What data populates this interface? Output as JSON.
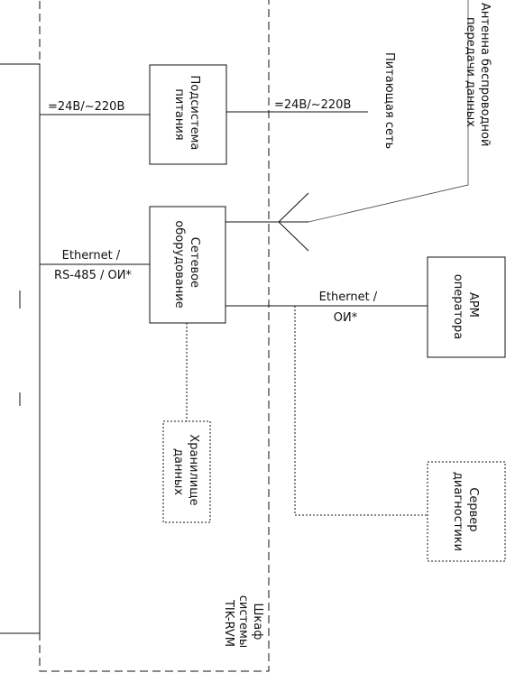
{
  "cabinet": {
    "label_line1": "Шкаф",
    "label_line2": "системы",
    "label_line3": "TIK-RVM"
  },
  "power_subsystem": {
    "line1": "Подсистема",
    "line2": "питания"
  },
  "network_equipment": {
    "line1": "Сетевое",
    "line2": "оборудование"
  },
  "data_storage": {
    "line1": "Хранилище",
    "line2": "данных"
  },
  "operator_workstation": {
    "line1": "АРМ",
    "line2": "оператора"
  },
  "diagnostics_server": {
    "line1": "Сервер",
    "line2": "диагностики"
  },
  "antenna": {
    "line1": "Антенна беспроводной",
    "line2": "передачи данных"
  },
  "power_grid": {
    "label": "Питающая сеть"
  },
  "links": {
    "power_in": "=24В/~220В",
    "power_out": "=24В/~220В",
    "left_ethernet_line1": "Ethernet /",
    "left_ethernet_line2": "RS-485 / ОИ*",
    "right_ethernet_line1": "Ethernet /",
    "right_ethernet_line2": "ОИ*"
  }
}
